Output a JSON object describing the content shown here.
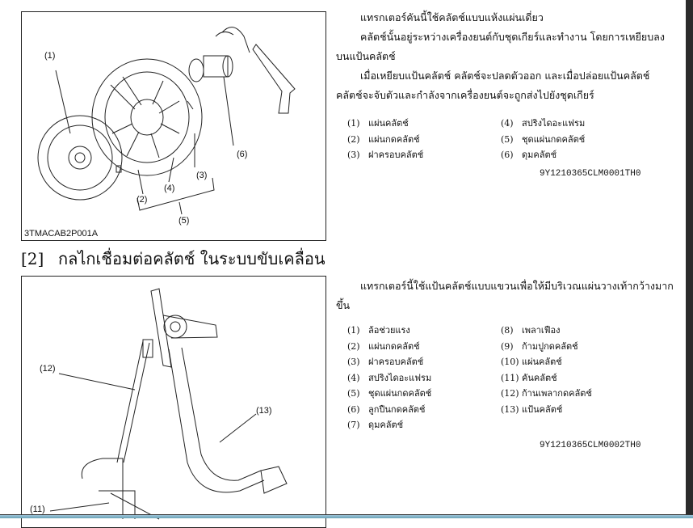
{
  "section1": {
    "figure_code": "3TMACAB2P001A",
    "callouts": [
      "(1)",
      "(2)",
      "(3)",
      "(4)",
      "(5)",
      "(6)"
    ],
    "paragraphs": [
      "แทรกเตอร์คันนี้ใช้คลัตช์แบบแห้งแผ่นเดี่ยว",
      "คลัตช์นั้นอยู่ระหว่างเครื่องยนต์กับชุดเกียร์และทำงาน โดยการเหยียบลงบนแป้นคลัตช์",
      "เมื่อเหยียบแป้นคลัตช์ คลัตช์จะปลดตัวออก และเมื่อปล่อยแป้นคลัตช์ คลัตช์จะจับตัวและกำลังจากเครื่องยนต์จะถูกส่งไปยังชุดเกียร์"
    ],
    "items": [
      {
        "n": "(1)",
        "label": "แผ่นคลัตช์"
      },
      {
        "n": "(2)",
        "label": "แผ่นกดคลัตช์"
      },
      {
        "n": "(3)",
        "label": "ฝาครอบคลัตช์"
      },
      {
        "n": "(4)",
        "label": "สปริงไดอะแฟรม"
      },
      {
        "n": "(5)",
        "label": "ชุดแผ่นกดคลัตช์"
      },
      {
        "n": "(6)",
        "label": "ดุมคลัตช์"
      }
    ],
    "doc_code": "9Y1210365CLM0001TH0"
  },
  "section2": {
    "number": "[2]",
    "title": "กลไกเชื่อมต่อคลัตช์ ในระบบขับเคลื่อน",
    "callouts": [
      "(11)",
      "(12)",
      "(13)"
    ],
    "paragraphs": [
      "แทรกเตอร์นี้ใช้แป้นคลัตช์แบบแขวนเพื่อให้มีบริเวณแผ่นวางเท้ากว้างมากขึ้น"
    ],
    "items": [
      {
        "n": "(1)",
        "label": "ล้อช่วยแรง"
      },
      {
        "n": "(2)",
        "label": "แผ่นกดคลัตช์"
      },
      {
        "n": "(3)",
        "label": "ฝาครอบคลัตช์"
      },
      {
        "n": "(4)",
        "label": "สปริงไดอะแฟรม"
      },
      {
        "n": "(5)",
        "label": "ชุดแผ่นกดคลัตช์"
      },
      {
        "n": "(6)",
        "label": "ลูกปืนกดคลัตช์"
      },
      {
        "n": "(7)",
        "label": "ดุมคลัตช์"
      },
      {
        "n": "(8)",
        "label": "เพลาเฟือง"
      },
      {
        "n": "(9)",
        "label": "ก้ามปูกดคลัตช์"
      },
      {
        "n": "(10)",
        "label": "แผ่นคลัตช์"
      },
      {
        "n": "(11)",
        "label": "คันคลัตช์"
      },
      {
        "n": "(12)",
        "label": "ก้านเพลากดคลัตช์"
      },
      {
        "n": "(13)",
        "label": "แป้นคลัตช์"
      }
    ],
    "doc_code": "9Y1210365CLM0002TH0"
  }
}
